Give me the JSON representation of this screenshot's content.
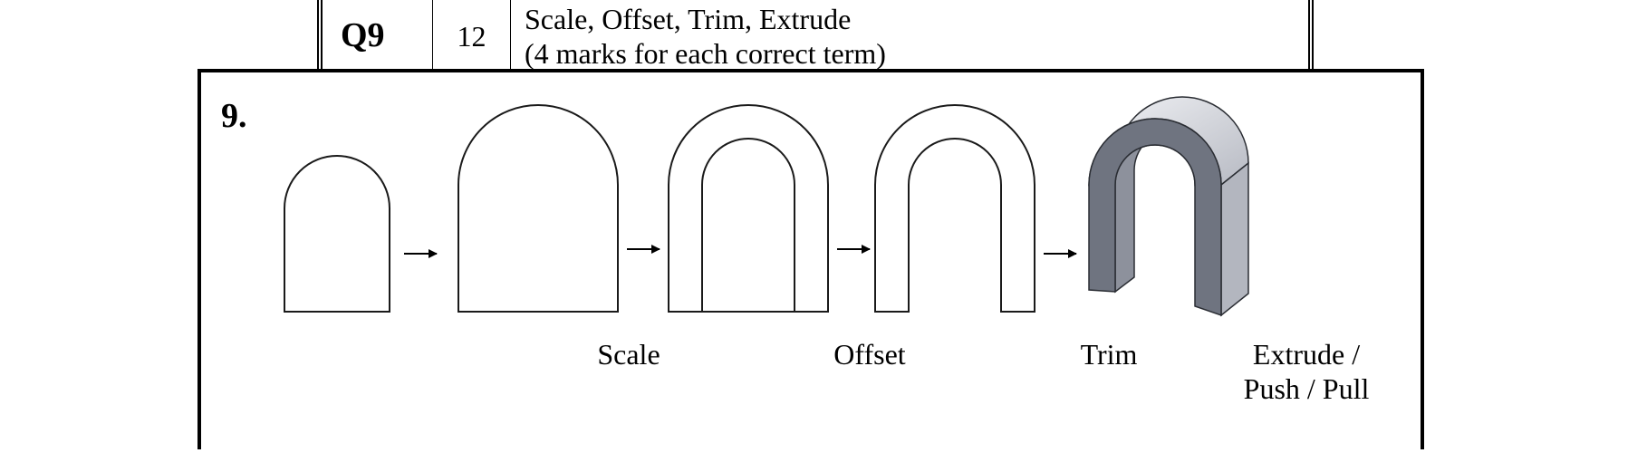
{
  "scheme_row": {
    "question": "Q9",
    "marks": "12",
    "answer_line1": "Scale, Offset, Trim, Extrude",
    "answer_line2": "(4 marks for each correct term)"
  },
  "figure": {
    "number": "9.",
    "captions": {
      "scale": "Scale",
      "offset": "Offset",
      "trim": "Trim",
      "extrude_line1": "Extrude /",
      "extrude_line2": "Push / Pull"
    },
    "colors": {
      "solid_front": "#6f7480",
      "solid_top_light": "#f2f3f6",
      "solid_top_dark": "#b7bac3",
      "outline": "#1a1a1a"
    }
  }
}
